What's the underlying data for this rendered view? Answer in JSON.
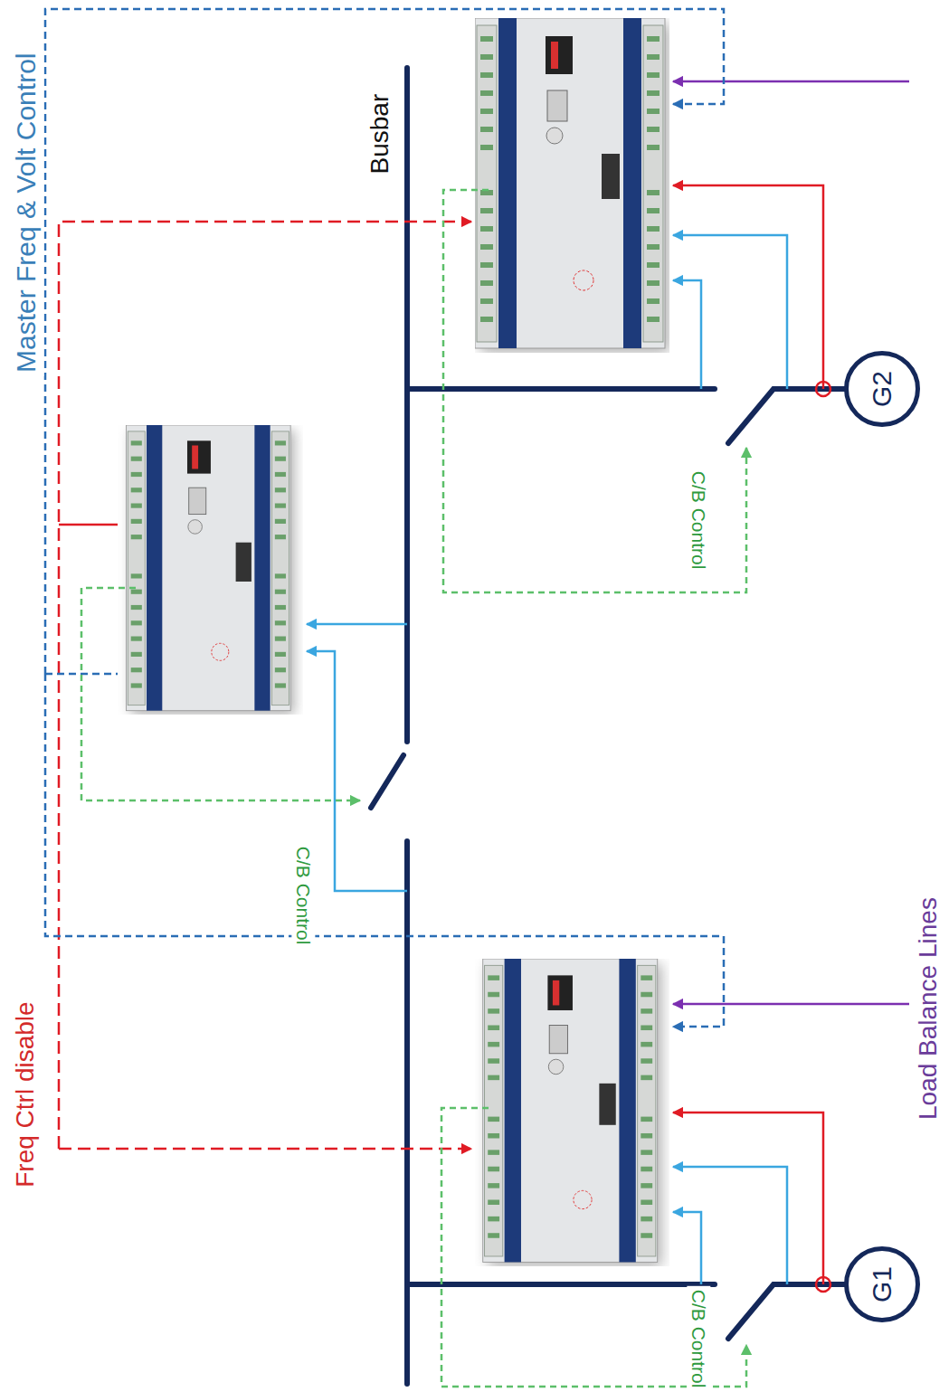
{
  "diagram": {
    "nodes": [
      {
        "text": [
          "G2"
        ]
      },
      {
        "text": [
          "G1"
        ]
      }
    ],
    "edges": [],
    "labels": [
      "Master Freq & Volt Control",
      "Busbar",
      "C/B Control",
      "C/B Control",
      "Freq Ctrl disable",
      "C/B Control",
      "Load Balance Lines"
    ]
  }
}
